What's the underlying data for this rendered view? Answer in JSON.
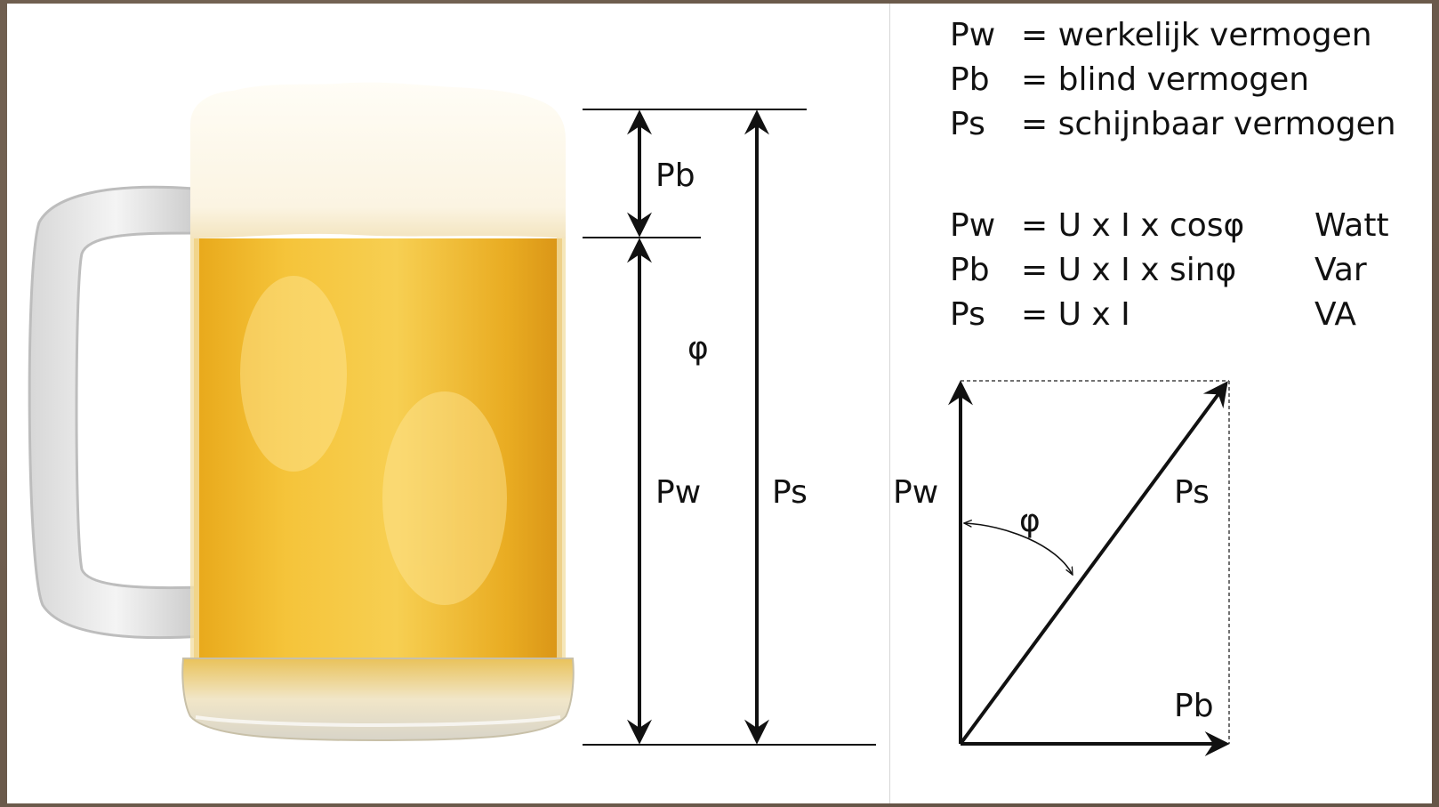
{
  "definitions": [
    {
      "symbol": "Pw",
      "text": "= werkelijk vermogen"
    },
    {
      "symbol": "Pb",
      "text": "= blind vermogen"
    },
    {
      "symbol": "Ps",
      "text": "= schijnbaar vermogen"
    }
  ],
  "formulas": [
    {
      "symbol": "Pw",
      "formula": "= U x I x cosφ",
      "unit": "Watt"
    },
    {
      "symbol": "Pb",
      "formula": "= U x I x sinφ",
      "unit": "Var"
    },
    {
      "symbol": "Ps",
      "formula": "= U x I",
      "unit": "VA"
    }
  ],
  "mug_labels": {
    "pb": "Pb",
    "phi": "φ",
    "pw": "Pw",
    "ps": "Ps"
  },
  "vector_labels": {
    "pw": "Pw",
    "phi": "φ",
    "ps": "Ps",
    "pb": "Pb"
  }
}
